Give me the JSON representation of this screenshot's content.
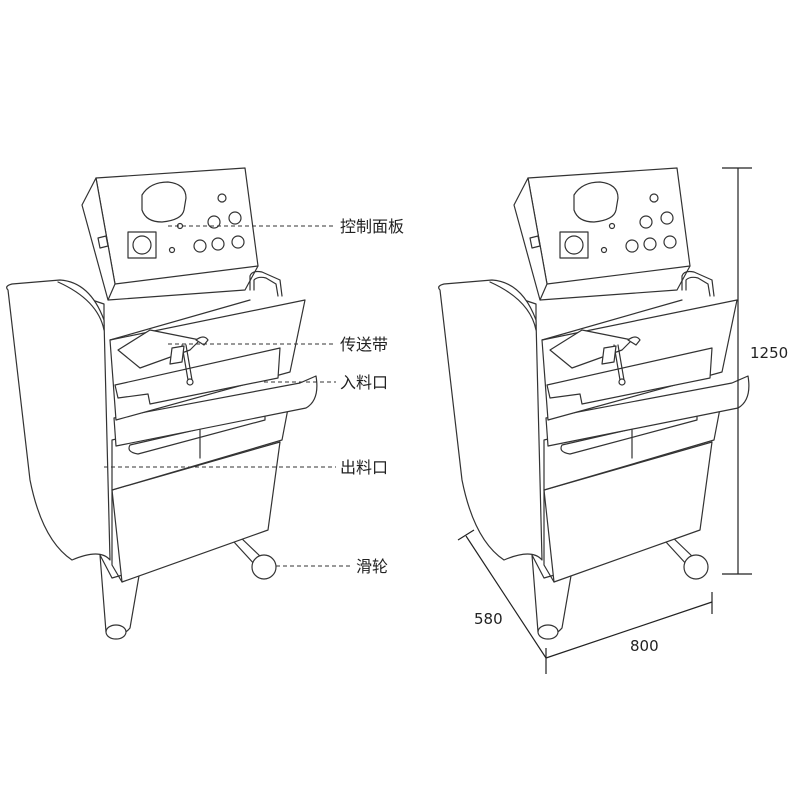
{
  "labels": {
    "control_panel": "控制面板",
    "conveyor_belt": "传送带",
    "inlet": "入料口",
    "outlet": "出料口",
    "caster": "滑轮"
  },
  "dimensions": {
    "height": "1250",
    "depth": "580",
    "width": "800"
  }
}
